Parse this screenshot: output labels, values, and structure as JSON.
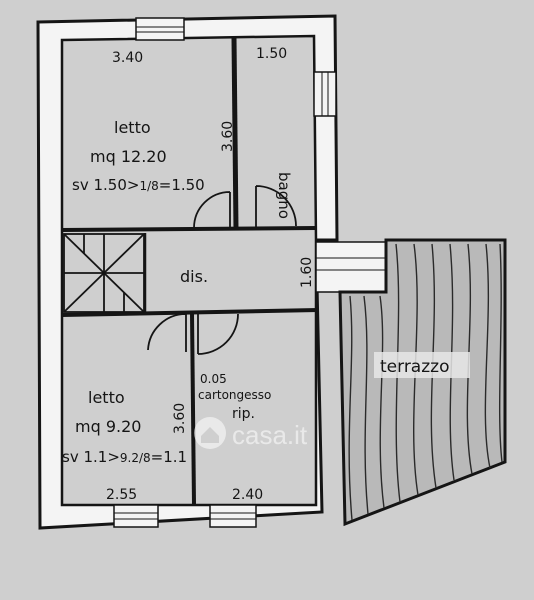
{
  "rooms": {
    "bedroom_top": {
      "name": "letto",
      "area": "mq 12.20",
      "sv": "sv 1.50>",
      "sv_frac": "1/8",
      "sv_result": "=1.50"
    },
    "bathroom": {
      "name": "bagno"
    },
    "hall": {
      "name": "dis."
    },
    "bedroom_bottom": {
      "name": "letto",
      "area": "mq 9.20",
      "sv": "sv 1.1>",
      "sv_frac": "9.2/8",
      "sv_result": "=1.1"
    },
    "storage": {
      "line1": "0.05",
      "line2": "cartongesso",
      "line3": "rip."
    },
    "terrace": {
      "name": "terrazzo"
    }
  },
  "dimensions": {
    "top_left_width": "3.40",
    "top_right_width": "1.50",
    "top_left_height": "3.60",
    "hall_height": "1.60",
    "bottom_left_height": "3.60",
    "bottom_left_width": "2.55",
    "bottom_right_width": "2.40"
  },
  "watermark": {
    "text": "casa.it"
  },
  "colors": {
    "background": "#cfcfcf",
    "ink": "#151515",
    "wall_fill": "#ffffff"
  }
}
